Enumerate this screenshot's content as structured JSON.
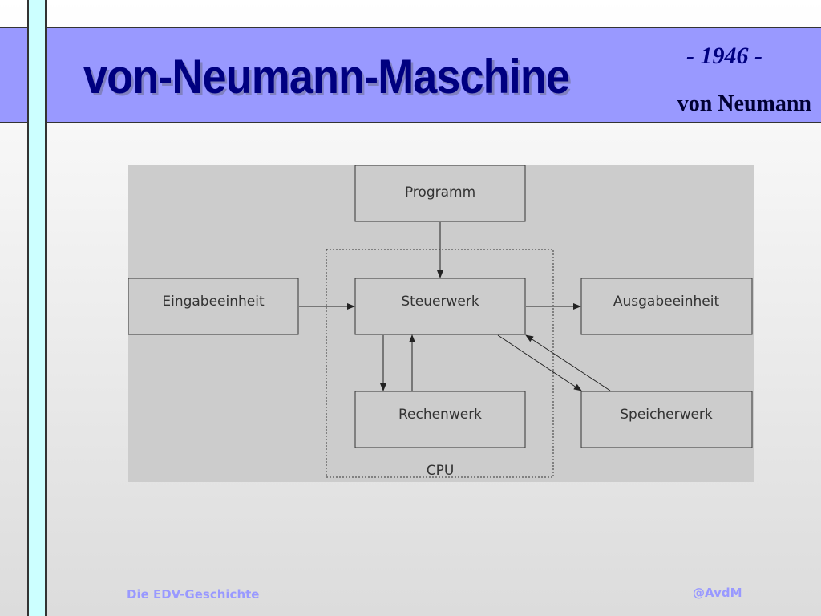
{
  "slide": {
    "title": "von-Neumann-Maschine",
    "year": "- 1946 -",
    "author": "von Neumann"
  },
  "diagram": {
    "nodes": {
      "programm": "Programm",
      "eingabe": "Eingabeeinheit",
      "steuerwerk": "Steuerwerk",
      "ausgabe": "Ausgabeeinheit",
      "rechenwerk": "Rechenwerk",
      "speicherwerk": "Speicherwerk"
    },
    "group_label": "CPU",
    "edges": [
      {
        "from": "Programm",
        "to": "Steuerwerk"
      },
      {
        "from": "Eingabeeinheit",
        "to": "Steuerwerk"
      },
      {
        "from": "Steuerwerk",
        "to": "Ausgabeeinheit"
      },
      {
        "from": "Steuerwerk",
        "to": "Rechenwerk"
      },
      {
        "from": "Rechenwerk",
        "to": "Steuerwerk"
      },
      {
        "from": "Steuerwerk",
        "to": "Speicherwerk"
      },
      {
        "from": "Speicherwerk",
        "to": "Steuerwerk"
      }
    ]
  },
  "footer": {
    "left": "Die EDV-Geschichte",
    "right": "@AvdM"
  }
}
